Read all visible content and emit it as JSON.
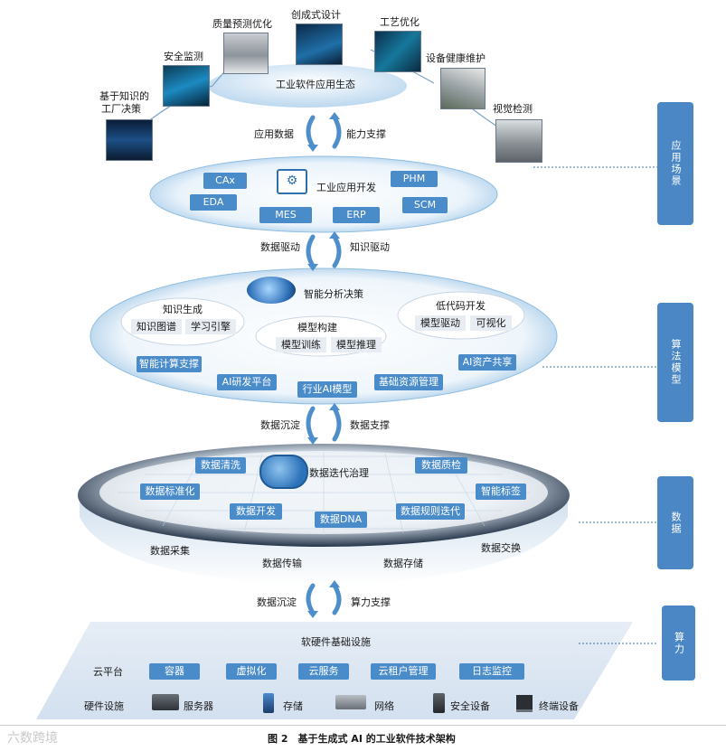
{
  "scenarios": {
    "center": "工业软件应用生态",
    "items": [
      "创成式设计",
      "质量预测优化",
      "工艺优化",
      "安全监测",
      "设备健康维护",
      "基于知识的",
      "工厂决策",
      "视觉检测"
    ]
  },
  "flow1": {
    "left": "应用数据",
    "right": "能力支撑"
  },
  "app_layer": {
    "title": "工业应用开发",
    "boxes": [
      "CAx",
      "EDA",
      "MES",
      "ERP",
      "PHM",
      "SCM"
    ]
  },
  "flow2": {
    "left": "数据驱动",
    "right": "知识驱动"
  },
  "algo_layer": {
    "title": "智能分析决策",
    "knowledge": {
      "title": "知识生成",
      "items": [
        "知识图谱",
        "学习引擎"
      ]
    },
    "model": {
      "title": "模型构建",
      "items": [
        "模型训练",
        "模型推理"
      ]
    },
    "lowcode": {
      "title": "低代码开发",
      "items": [
        "模型驱动",
        "可视化"
      ]
    },
    "boxes": [
      "智能计算支撑",
      "AI研发平台",
      "行业AI模型",
      "基础资源管理",
      "AI资产共享"
    ]
  },
  "flow3": {
    "left": "数据沉淀",
    "right": "数据支撑"
  },
  "data_layer": {
    "title": "数据迭代治理",
    "boxes": [
      "数据清洗",
      "数据质检",
      "数据标准化",
      "智能标签",
      "数据开发",
      "数据DNA",
      "数据规则迭代"
    ],
    "bottom": [
      "数据采集",
      "数据交换",
      "数据传输",
      "数据存储"
    ]
  },
  "flow4": {
    "left": "数据沉淀",
    "right": "算力支撑"
  },
  "infra": {
    "title": "软硬件基础设施",
    "cloud_label": "云平台",
    "cloud_items": [
      "容器",
      "虚拟化",
      "云服务",
      "云租户管理",
      "日志监控"
    ],
    "hw_label": "硬件设施",
    "hw_items": [
      "服务器",
      "存储",
      "网络",
      "安全设备",
      "终端设备"
    ]
  },
  "side_tabs": [
    "应用场景",
    "算法模型",
    "数据",
    "算力"
  ],
  "caption": "图 2　基于生成式 AI 的工业软件技术架构",
  "watermark": "六数跨境"
}
